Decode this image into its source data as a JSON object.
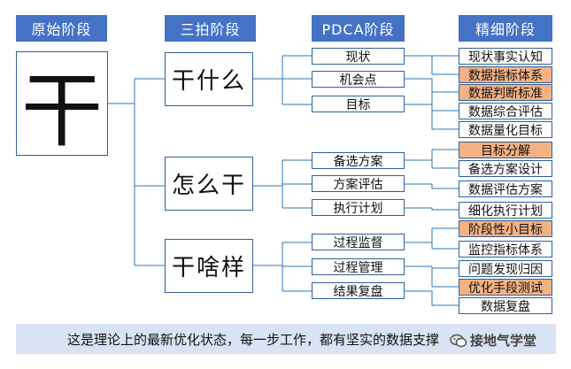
{
  "headers": [
    "原始阶段",
    "三拍阶段",
    "PDCA阶段",
    "精细阶段"
  ],
  "root": {
    "label": "干"
  },
  "stages": [
    {
      "label": "干什么",
      "pdca": [
        {
          "label": "现状",
          "leaves": [
            {
              "label": "现状事实认知",
              "highlight": false
            },
            {
              "label": "数据指标体系",
              "highlight": true
            }
          ]
        },
        {
          "label": "机会点",
          "leaves": [
            {
              "label": "数据判断标准",
              "highlight": true
            },
            {
              "label": "数据综合评估",
              "highlight": false
            }
          ]
        },
        {
          "label": "目标",
          "leaves": [
            {
              "label": "数据量化目标",
              "highlight": false
            }
          ]
        }
      ]
    },
    {
      "label": "怎么干",
      "pdca": [
        {
          "label": "备选方案",
          "leaves": [
            {
              "label": "目标分解",
              "highlight": true
            },
            {
              "label": "备选方案设计",
              "highlight": false
            }
          ]
        },
        {
          "label": "方案评估",
          "leaves": [
            {
              "label": "数据评估方案",
              "highlight": false
            }
          ]
        },
        {
          "label": "执行计划",
          "leaves": [
            {
              "label": "细化执行计划",
              "highlight": false
            }
          ]
        }
      ]
    },
    {
      "label": "干啥样",
      "pdca": [
        {
          "label": "过程监督",
          "leaves": [
            {
              "label": "阶段性小目标",
              "highlight": true
            },
            {
              "label": "监控指标体系",
              "highlight": false
            }
          ]
        },
        {
          "label": "过程管理",
          "leaves": [
            {
              "label": "问题发现归因",
              "highlight": false
            },
            {
              "label": "优化手段测试",
              "highlight": true
            }
          ]
        },
        {
          "label": "结果复盘",
          "leaves": [
            {
              "label": "数据复盘",
              "highlight": false
            }
          ]
        }
      ]
    }
  ],
  "footer": {
    "text": "这是理论上的最新优化状态，每一步工作，都有坚实的数据支撑"
  },
  "watermark": {
    "text": "接地气学堂",
    "icon": "wechat-icon"
  },
  "colors": {
    "header": "#4472c4",
    "highlight": "#f4b183",
    "line": "#2e75b6",
    "footer": "#dae3f3"
  }
}
